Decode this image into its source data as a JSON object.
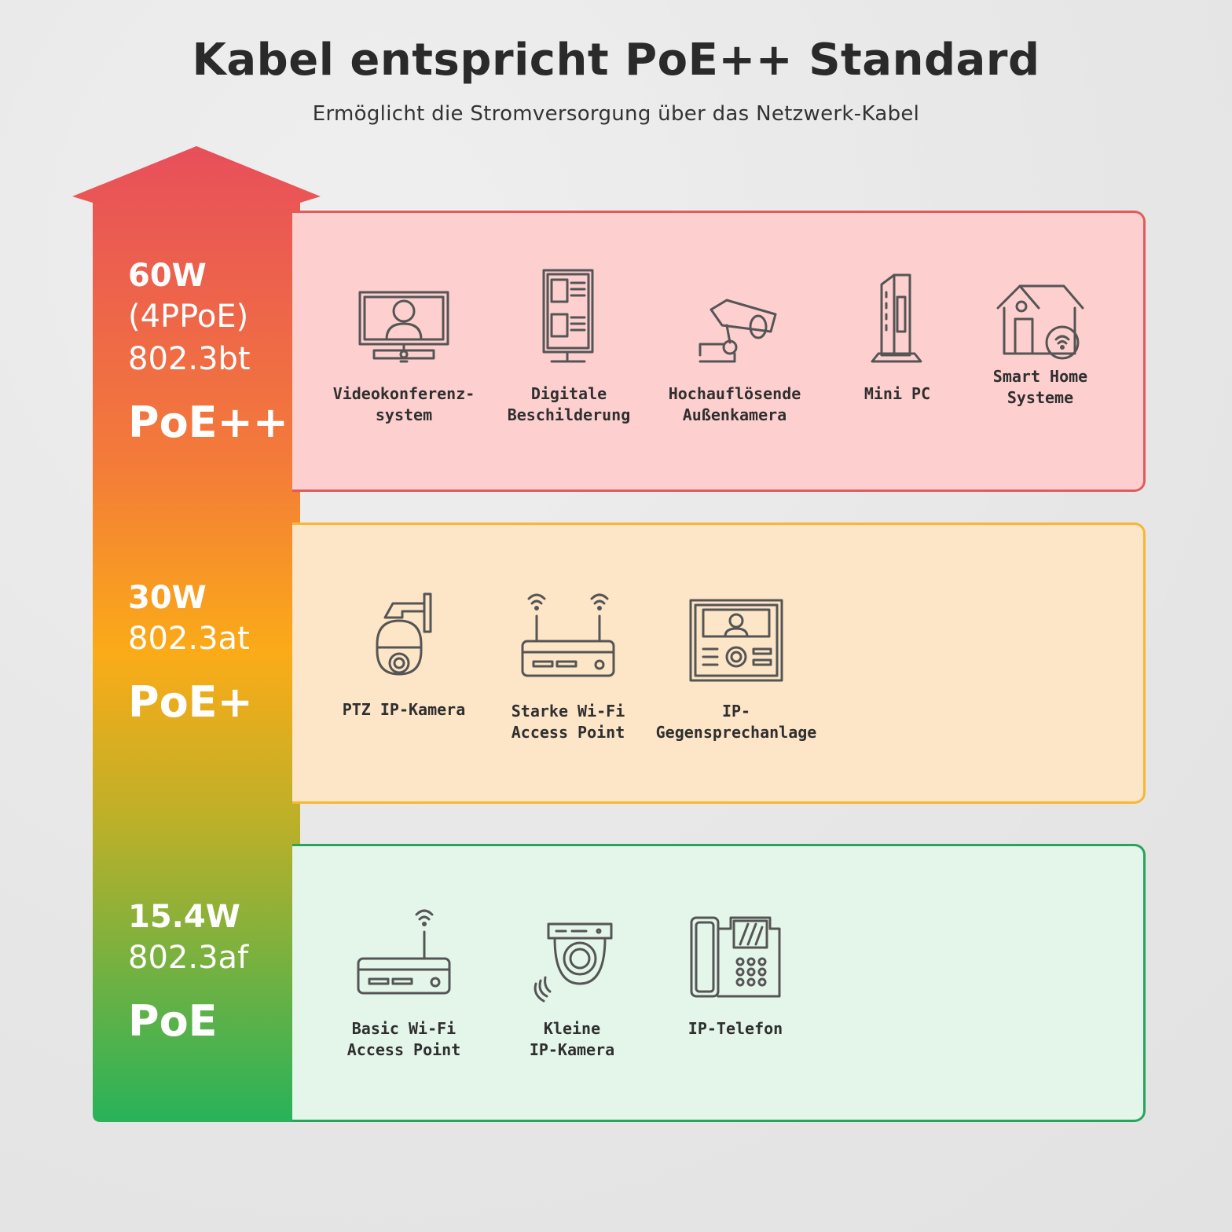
{
  "header": {
    "title": "Kabel entspricht PoE++ Standard",
    "subtitle": "Ermöglicht die Stromversorgung über das Netzwerk-Kabel"
  },
  "tiers": [
    {
      "watt": "60W",
      "spec_lines": [
        "(4PPoE)",
        "802.3bt"
      ],
      "name": "PoE++",
      "color": "#e25b5b",
      "devices": [
        {
          "icon": "video-conference-icon",
          "label": "Videokonferenz-\nsystem"
        },
        {
          "icon": "digital-signage-icon",
          "label": "Digitale\nBeschilderung"
        },
        {
          "icon": "outdoor-camera-icon",
          "label": "Hochauflösende\nAußenkamera"
        },
        {
          "icon": "mini-pc-icon",
          "label": "Mini PC"
        },
        {
          "icon": "smart-home-icon",
          "label": "Smart Home\nSysteme"
        }
      ]
    },
    {
      "watt": "30W",
      "spec_lines": [
        "802.3at"
      ],
      "name": "PoE+",
      "color": "#f7b733",
      "devices": [
        {
          "icon": "ptz-camera-icon",
          "label": "PTZ IP-Kamera"
        },
        {
          "icon": "strong-wifi-router-icon",
          "label": "Starke Wi-Fi\nAccess Point"
        },
        {
          "icon": "intercom-icon",
          "label": "IP-\nGegensprechanlage"
        }
      ]
    },
    {
      "watt": "15.4W",
      "spec_lines": [
        "802.3af"
      ],
      "name": "PoE",
      "color": "#27a55a",
      "devices": [
        {
          "icon": "basic-wifi-router-icon",
          "label": "Basic Wi-Fi\nAccess Point"
        },
        {
          "icon": "dome-camera-icon",
          "label": "Kleine\nIP-Kamera"
        },
        {
          "icon": "ip-phone-icon",
          "label": "IP-Telefon"
        }
      ]
    }
  ]
}
